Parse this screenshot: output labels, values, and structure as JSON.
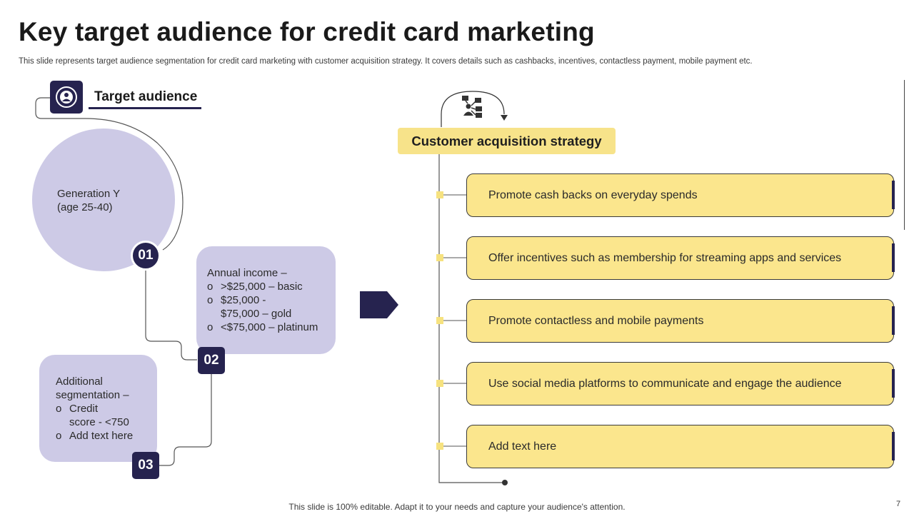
{
  "slide": {
    "title": "Key target audience for credit card marketing",
    "subtitle": "This slide represents target audience segmentation for credit card marketing with customer acquisition strategy. It covers details such as cashbacks, incentives, contactless payment, mobile payment etc.",
    "footer": "This slide is 100% editable. Adapt it to your needs and capture your audience's attention.",
    "page_number": "7"
  },
  "colors": {
    "navy": "#26234f",
    "lavender": "#cdcae6",
    "yellow": "#fbe68d"
  },
  "target_audience": {
    "heading": "Target audience",
    "icon": "audience-target-icon",
    "segments": [
      {
        "number": "01",
        "lines": [
          "Generation Y",
          "(age 25-40)"
        ]
      },
      {
        "number": "02",
        "heading": "Annual income –",
        "bullets": [
          ">$25,000 – basic",
          "$25,000 -",
          "$75,000 – gold",
          "<$75,000 – platinum"
        ]
      },
      {
        "number": "03",
        "heading": "Additional",
        "heading_cont": "segmentation –",
        "bullets": [
          "Credit",
          "score - <750",
          "Add text here"
        ]
      }
    ]
  },
  "strategy": {
    "heading": "Customer acquisition strategy",
    "icon": "network-flow-icon",
    "items": [
      "Promote cash backs on everyday spends",
      "Offer incentives such as membership for streaming apps and services",
      "Promote contactless and mobile payments",
      "Use social media platforms to communicate and engage the audience",
      "Add text here"
    ]
  }
}
